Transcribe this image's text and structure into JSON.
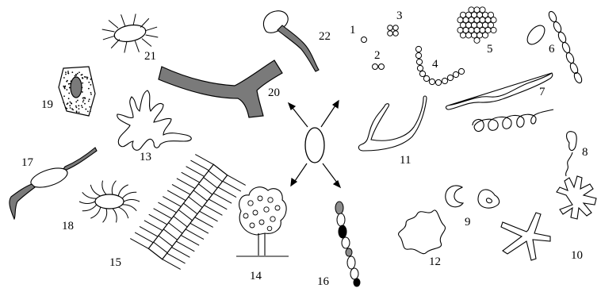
{
  "labels": {
    "n1": "1",
    "n2": "2",
    "n3": "3",
    "n4": "4",
    "n5": "5",
    "n6": "6",
    "n7": "7",
    "n8": "8",
    "n9": "9",
    "n10": "10",
    "n11": "11",
    "n12": "12",
    "n13": "13",
    "n14": "14",
    "n15": "15",
    "n16": "16",
    "n17": "17",
    "n18": "18",
    "n19": "19",
    "n20": "20",
    "n21": "21",
    "n22": "22"
  },
  "colors": {
    "stroke": "#000000",
    "gray_fill": "#7a7a7a",
    "mid_gray": "#8c8c8c",
    "background": "#ffffff"
  }
}
